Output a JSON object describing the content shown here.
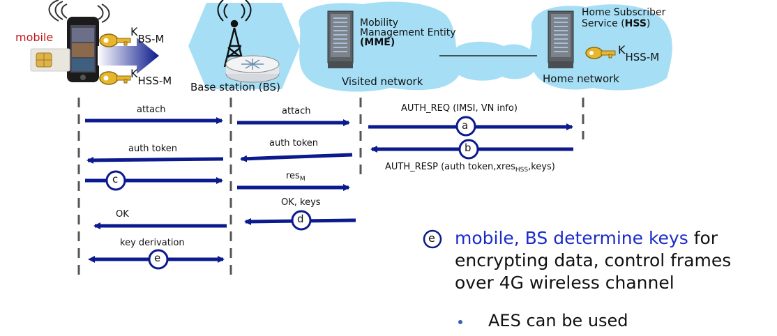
{
  "entities": {
    "mobile_label": "mobile",
    "mobile_key1_main": "K",
    "mobile_key1_sub": "BS-M",
    "mobile_key2_main": "K",
    "mobile_key2_sub": "HSS-M",
    "bs_label": "Base station (BS)",
    "mme_line1": "Mobility",
    "mme_line2": "Management Entity",
    "mme_line3": "(MME)",
    "visited_label": "Visited network",
    "hss_line1": "Home Subscriber",
    "hss_line2_pre": "Service (",
    "hss_line2_bold": "HSS",
    "hss_line2_post": ")",
    "hss_key_main": "K",
    "hss_key_sub": "HSS-M",
    "home_label": "Home network"
  },
  "messages": {
    "m1": "attach",
    "m2": "auth token",
    "m3": "OK",
    "m4": "key derivation",
    "b1": "attach",
    "b2": "auth token",
    "b3_main": "res",
    "b3_sub": "M",
    "b4": "OK, keys",
    "h1": "AUTH_REQ (IMSI, VN info)",
    "h2_pre": "AUTH_RESP (auth token,xres",
    "h2_sub": "HSS",
    "h2_post": ",keys)"
  },
  "steps": {
    "a": "a",
    "b": "b",
    "c": "c",
    "d": "d",
    "e": "e"
  },
  "explanation": {
    "marker": "e",
    "highlight": "mobile, BS determine keys",
    "rest1": " for",
    "line2": "encrypting data, control frames",
    "line3": "over 4G wireless channel",
    "bullet": "AES can be used"
  },
  "colors": {
    "arrow": "#0b1a8c",
    "cloud": "#a6dff5",
    "highlight_text": "#1a2bc9",
    "mobile_text": "#c0161b"
  }
}
